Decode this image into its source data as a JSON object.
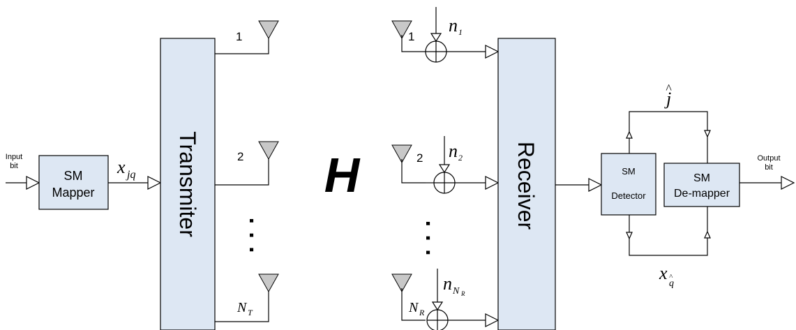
{
  "input": {
    "line1": "Input",
    "line2": "bit"
  },
  "mapper": {
    "line1": "SM",
    "line2": "Mapper"
  },
  "mapper_output": {
    "symbol": "x",
    "subscript": "jq"
  },
  "transmitter": {
    "label": "Transmiter"
  },
  "tx_antennas": {
    "a1": "1",
    "a2": "2",
    "dots": "·  ·  ·",
    "last_symbol": "N",
    "last_subscript": "T"
  },
  "channel": {
    "label": "H"
  },
  "rx_antennas": {
    "a1": "1",
    "a2": "2",
    "last_symbol": "N",
    "last_subscript": "R"
  },
  "noise": {
    "n1_symbol": "n",
    "n1_subscript": "1",
    "n2_symbol": "n",
    "n2_subscript": "2",
    "nN_symbol": "n",
    "nN_subscript": "N",
    "nN_subsubscript": "R"
  },
  "receiver": {
    "label": "Receiver"
  },
  "detector": {
    "line1": "SM",
    "line2": "Detector"
  },
  "demapper": {
    "line1": "SM",
    "line2": "De-mapper"
  },
  "output": {
    "line1": "Output",
    "line2": "bit"
  },
  "feedback": {
    "top_symbol": "j",
    "top_hat": "^",
    "bottom_symbol": "x",
    "bottom_subscript": "q",
    "bottom_hat": "^"
  }
}
